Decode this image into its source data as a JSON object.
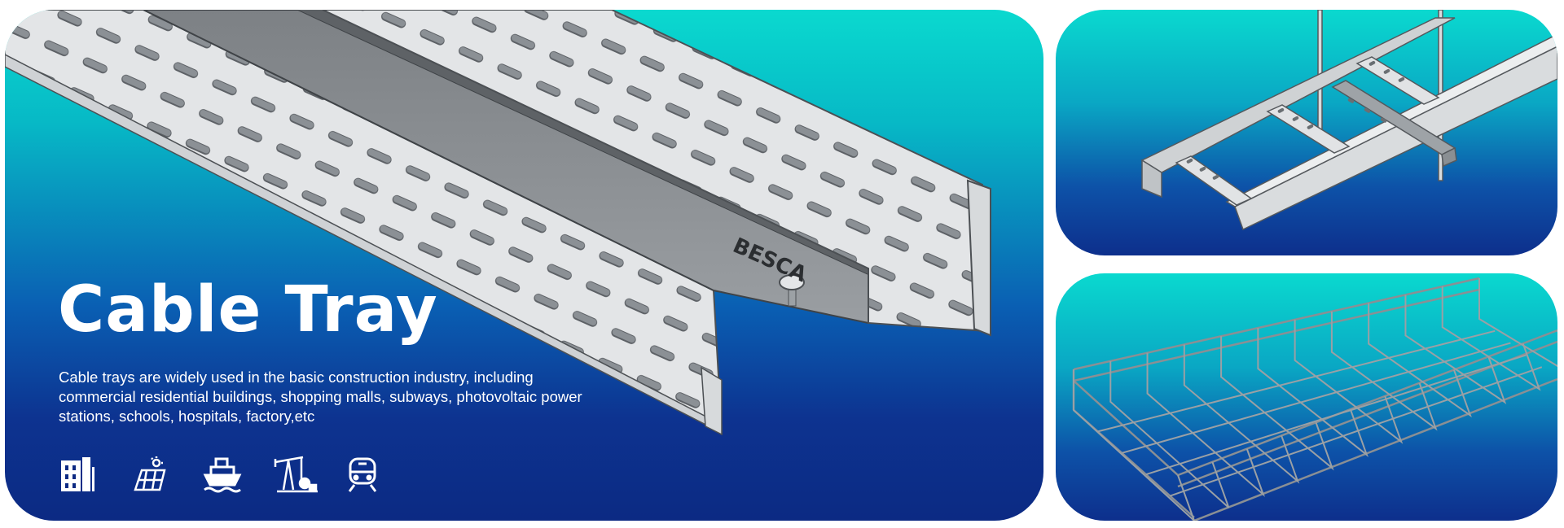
{
  "hero": {
    "title": "Cable Tray",
    "description": "Cable trays are widely used in the basic construction industry, including commercial residential buildings, shopping malls, subways, photovoltaic power stations, schools, hospitals, factory,etc",
    "brand_mark": "BESCA",
    "icons": [
      "building-icon",
      "solar-panel-icon",
      "ship-icon",
      "oil-pump-icon",
      "train-icon"
    ]
  },
  "products": [
    "perforated-cable-tray",
    "ladder-cable-tray",
    "wire-mesh-cable-tray"
  ],
  "colors": {
    "teal": "#0ad9cf",
    "deep_blue": "#0c2a83",
    "text": "#ffffff"
  }
}
